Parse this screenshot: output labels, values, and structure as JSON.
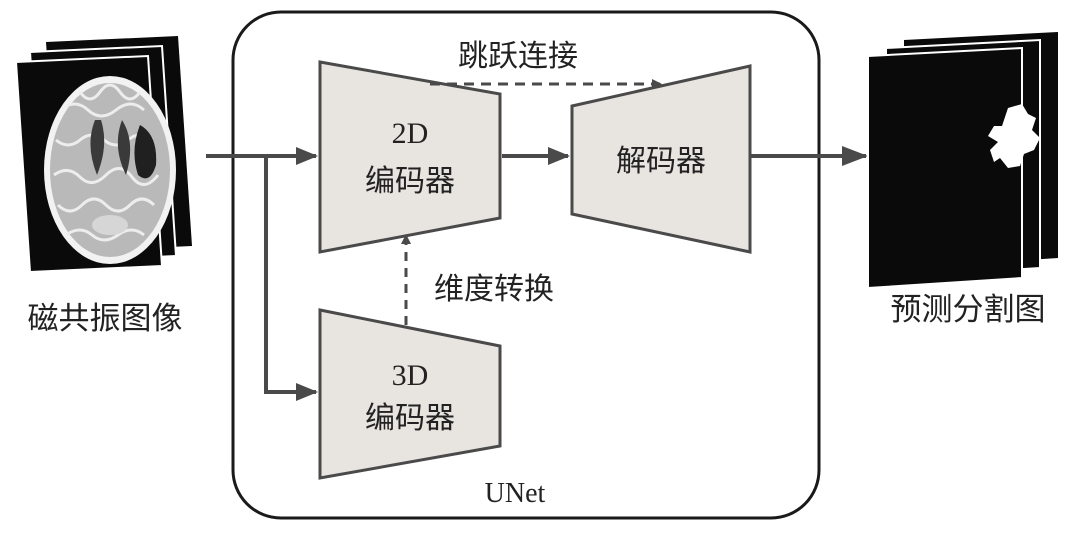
{
  "input": {
    "label": "磁共振图像"
  },
  "output": {
    "label": "预测分割图"
  },
  "unet": {
    "label": "UNet"
  },
  "encoder_2d": {
    "line1": "2D",
    "line2": "编码器"
  },
  "encoder_3d": {
    "line1": "3D",
    "line2": "编码器"
  },
  "decoder": {
    "label": "解码器"
  },
  "skip_connection": {
    "label": "跳跃连接"
  },
  "dimension_transform": {
    "label": "维度转换"
  },
  "colors": {
    "block_fill": "#e8e4e0",
    "stroke": "#4a4a4a",
    "text": "#222222",
    "slice": "#0a0a0a",
    "segmentation": "#ffffff"
  }
}
